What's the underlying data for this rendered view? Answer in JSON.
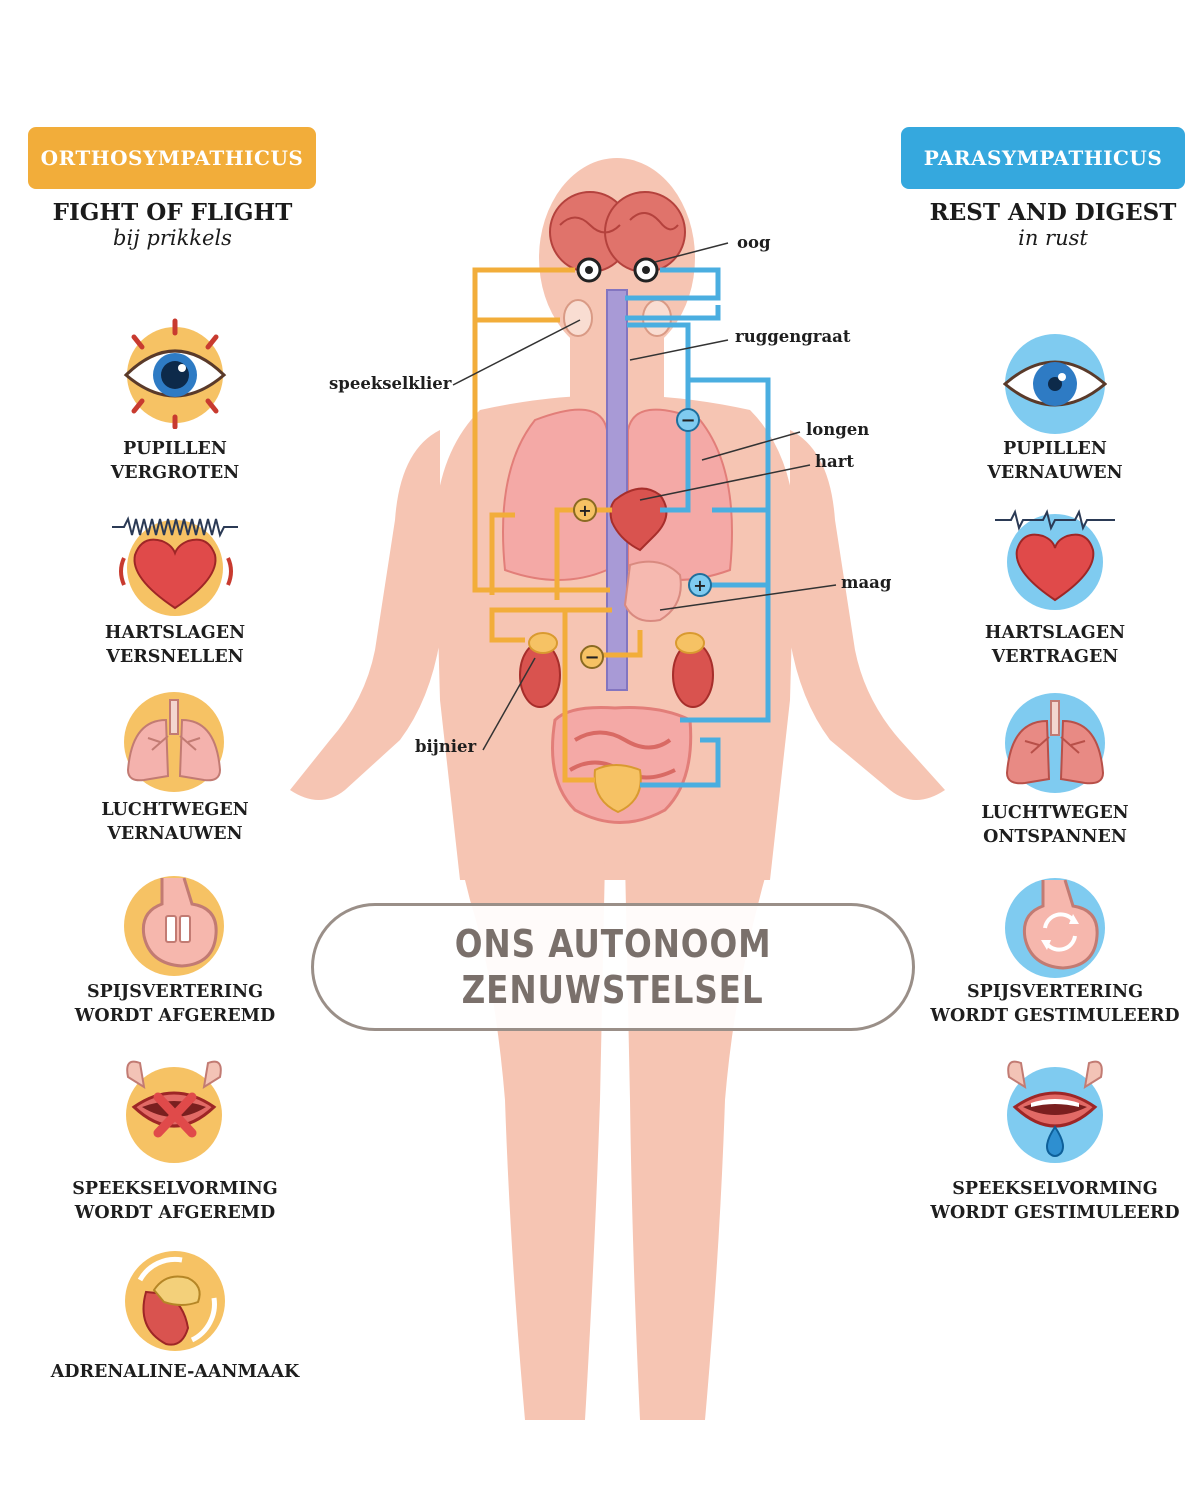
{
  "left": {
    "badge": "ORTHOSYMPATHICUS",
    "heading": "FIGHT OF FLIGHT",
    "subheading": "bij prikkels",
    "color": "#f2ad3a",
    "items": [
      {
        "label": "PUPILLEN\nVERGROTEN",
        "icon": "dilated-eye-icon"
      },
      {
        "label": "HARTSLAGEN\nVERSNELLEN",
        "icon": "fast-heartbeat-icon"
      },
      {
        "label": "LUCHTWEGEN\nVERNAUWEN",
        "icon": "lungs-icon"
      },
      {
        "label": "SPIJSVERTERING\nWORDT AFGEREMD",
        "icon": "stomach-paused-icon"
      },
      {
        "label": "SPEEKSELVORMING\nWORDT AFGEREMD",
        "icon": "mouth-no-saliva-icon"
      },
      {
        "label": "ADRENALINE-AANMAAK",
        "icon": "adrenal-gland-icon"
      }
    ]
  },
  "right": {
    "badge": "PARASYMPATHICUS",
    "heading": "REST AND DIGEST",
    "subheading": "in rust",
    "color": "#35a8de",
    "items": [
      {
        "label": "PUPILLEN\nVERNAUWEN",
        "icon": "constricted-eye-icon"
      },
      {
        "label": "HARTSLAGEN\nVERTRAGEN",
        "icon": "slow-heartbeat-icon"
      },
      {
        "label": "LUCHTWEGEN\nONTSPANNEN",
        "icon": "lungs-icon"
      },
      {
        "label": "SPIJSVERTERING\nWORDT GESTIMULEERD",
        "icon": "stomach-active-icon"
      },
      {
        "label": "SPEEKSELVORMING\nWORDT GESTIMULEERD",
        "icon": "mouth-saliva-icon"
      }
    ]
  },
  "annotations": {
    "eye": "oog",
    "spine": "ruggengraat",
    "salivary_gland": "speekselklier",
    "lungs": "longen",
    "heart": "hart",
    "stomach": "maag",
    "adrenal": "bijnier"
  },
  "title": {
    "line1": "ONS AUTONOOM",
    "line2": "ZENUWSTELSEL"
  }
}
